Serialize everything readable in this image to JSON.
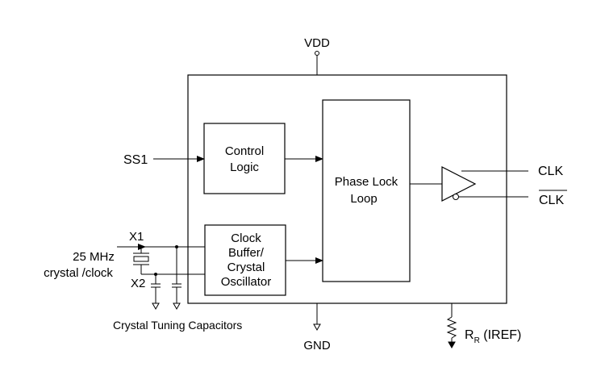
{
  "labels": {
    "vdd": "VDD",
    "gnd": "GND",
    "ss1": "SS1",
    "control_logic_line1": "Control",
    "control_logic_line2": "Logic",
    "pll_line1": "Phase Lock",
    "pll_line2": "Loop",
    "osc_line1": "Clock",
    "osc_line2": "Buffer/",
    "osc_line3": "Crystal",
    "osc_line4": "Oscillator",
    "x1": "X1",
    "x2": "X2",
    "crystal_line1": "25 MHz",
    "crystal_line2": "crystal /clock",
    "tuning_caps": "Crystal Tuning Capacitors",
    "clk": "CLK",
    "clk_bar": "CLK",
    "rr_main": "R",
    "rr_sub": "R",
    "rr_rest": " (IREF)"
  }
}
